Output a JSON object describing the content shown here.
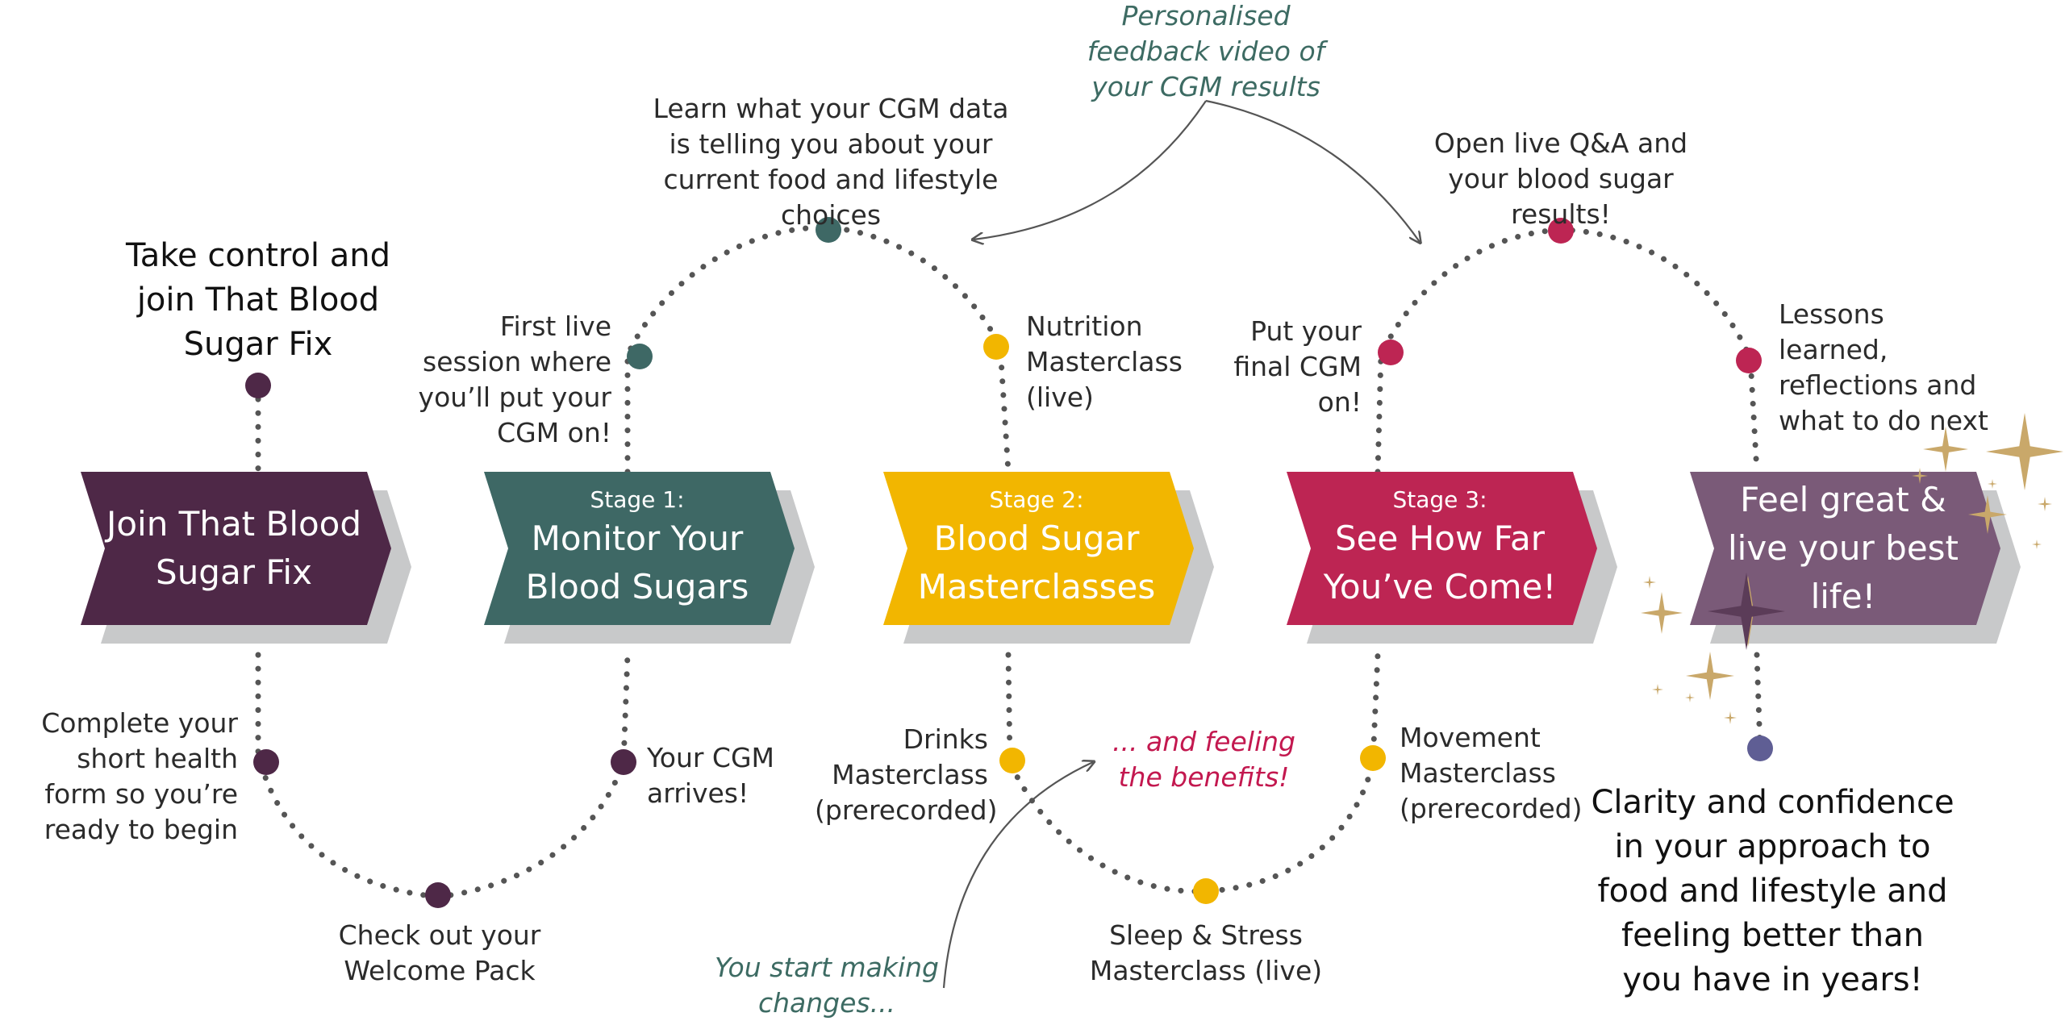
{
  "colors": {
    "plum": "#4e2847",
    "teal": "#3e6865",
    "gold": "#f2b600",
    "crimson": "#bd2553",
    "mauve": "#7a5a78",
    "shadow": "#c8c9ca",
    "dots": "#555555",
    "end_dot": "#5f5e94",
    "sparkle": "#c9a86a"
  },
  "boxes": [
    {
      "stage": "",
      "title": "Join That Blood Sugar Fix"
    },
    {
      "stage": "Stage 1:",
      "title": "Monitor Your Blood Sugars"
    },
    {
      "stage": "Stage 2:",
      "title": "Blood Sugar Masterclasses"
    },
    {
      "stage": "Stage 3:",
      "title": "See How Far You’ve Come!"
    },
    {
      "stage": "",
      "title": "Feel great & live your best life!"
    }
  ],
  "labels": {
    "start": "Take control and join That Blood Sugar Fix",
    "health_form": "Complete your short health form so you’re ready to begin",
    "welcome_pack": "Check out your Welcome Pack",
    "cgm_arrives": "Your CGM arrives!",
    "first_session": "First live session where you’ll put your CGM on!",
    "learn_cgm": "Learn what your CGM data is telling you about your current food and lifestyle choices",
    "nutrition": "Nutrition Masterclass (live)",
    "drinks": "Drinks Masterclass (prerecorded)",
    "sleep": "Sleep & Stress Masterclass (live)",
    "movement": "Movement Masterclass (prerecorded)",
    "final_cgm": "Put your final CGM on!",
    "qa": "Open live Q&A and your blood sugar results!",
    "lessons": "Lessons learned, reflections and what to do next",
    "clarity": "Clarity and confidence in your approach to food and lifestyle and feeling better than you have in years!"
  },
  "annotations": {
    "feedback_video": "Personalised feedback video of your CGM results",
    "feeling_benefits": "... and feeling the benefits!",
    "start_changes": "You start making changes..."
  },
  "icons": {
    "sparkles": "sparkle-icon"
  }
}
